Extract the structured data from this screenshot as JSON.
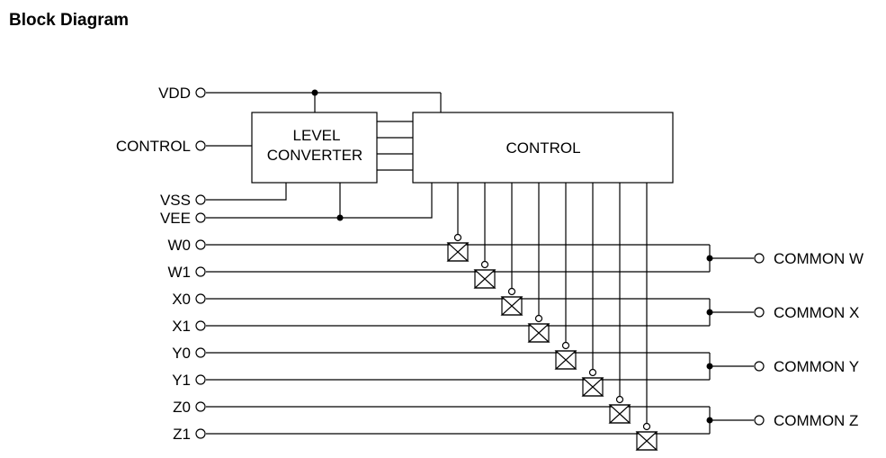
{
  "title": "Block Diagram",
  "blocks": {
    "level_converter": [
      "LEVEL",
      "CONVERTER"
    ],
    "control": "CONTROL"
  },
  "inputs": {
    "vdd": "VDD",
    "control": "CONTROL",
    "vss": "VSS",
    "vee": "VEE"
  },
  "channels": [
    "W0",
    "W1",
    "X0",
    "X1",
    "Y0",
    "Y1",
    "Z0",
    "Z1"
  ],
  "commons": [
    "COMMON W",
    "COMMON X",
    "COMMON Y",
    "COMMON Z"
  ]
}
